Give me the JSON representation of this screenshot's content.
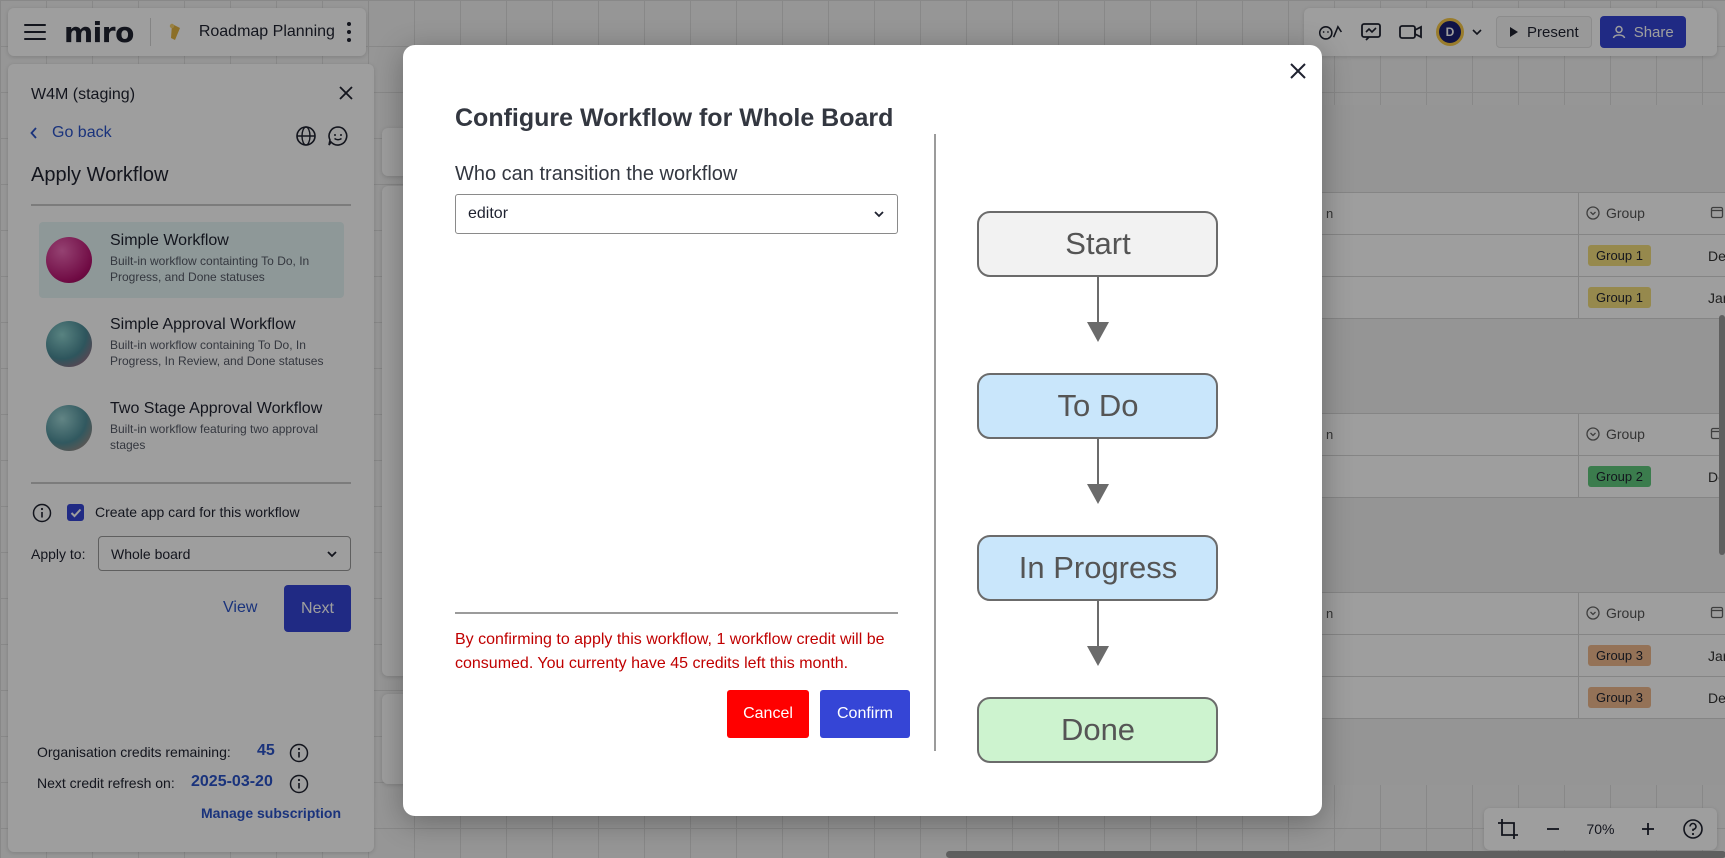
{
  "header": {
    "logo": "miro",
    "board_name": "Roadmap Planning"
  },
  "topbar_right": {
    "avatar_letter": "D",
    "present_label": "Present",
    "share_label": "Share"
  },
  "panel": {
    "title": "W4M (staging)",
    "go_back": "Go back",
    "heading": "Apply Workflow",
    "workflows": [
      {
        "name": "Simple Workflow",
        "desc": "Built-in workflow containting To Do, In Progress, and Done statuses",
        "selected": true
      },
      {
        "name": "Simple Approval Workflow",
        "desc": "Built-in workflow containing To Do, In Progress, In Review, and Done statuses",
        "selected": false
      },
      {
        "name": "Two Stage Approval Workflow",
        "desc": "Built-in workflow featuring two approval stages",
        "selected": false
      }
    ],
    "create_card_label": "Create app card for this workflow",
    "create_card_checked": true,
    "apply_to_label": "Apply to:",
    "apply_to_value": "Whole board",
    "view_label": "View",
    "next_label": "Next",
    "credits_label": "Organisation credits remaining:",
    "credits_value": "45",
    "refresh_label": "Next credit refresh on:",
    "refresh_value": "2025-03-20",
    "manage_label": "Manage subscription"
  },
  "board_tables": {
    "name_col_fragment": "n",
    "group_header": "Group",
    "tables": [
      {
        "rows": [
          {
            "group": "Group 1",
            "date": "De"
          },
          {
            "group": "Group 1",
            "date": "Jar"
          }
        ],
        "chip_color": "#f2de7d"
      },
      {
        "rows": [
          {
            "group": "Group 2",
            "date": "De"
          }
        ],
        "chip_color": "#5fc97c"
      },
      {
        "rows": [
          {
            "group": "Group 3",
            "date": "Jar"
          },
          {
            "group": "Group 3",
            "date": "De"
          }
        ],
        "chip_color": "#efb98d"
      }
    ]
  },
  "zoom": {
    "level": "70%"
  },
  "modal": {
    "title": "Configure Workflow for Whole Board",
    "field_label": "Who can transition the workflow",
    "field_value": "editor",
    "warning": "By confirming to apply this workflow, 1 workflow credit will be consumed. You currenty have 45 credits left this month.",
    "cancel_label": "Cancel",
    "confirm_label": "Confirm",
    "flow_nodes": [
      {
        "label": "Start",
        "fill": "#f2f2f2"
      },
      {
        "label": "To Do",
        "fill": "#c9e6fb"
      },
      {
        "label": "In Progress",
        "fill": "#c9e6fb"
      },
      {
        "label": "Done",
        "fill": "#cdf3cf"
      }
    ]
  },
  "colors": {
    "accent": "#3545d6",
    "link": "#2a53c8",
    "danger": "#ff0000",
    "warning_text": "#c00000"
  }
}
